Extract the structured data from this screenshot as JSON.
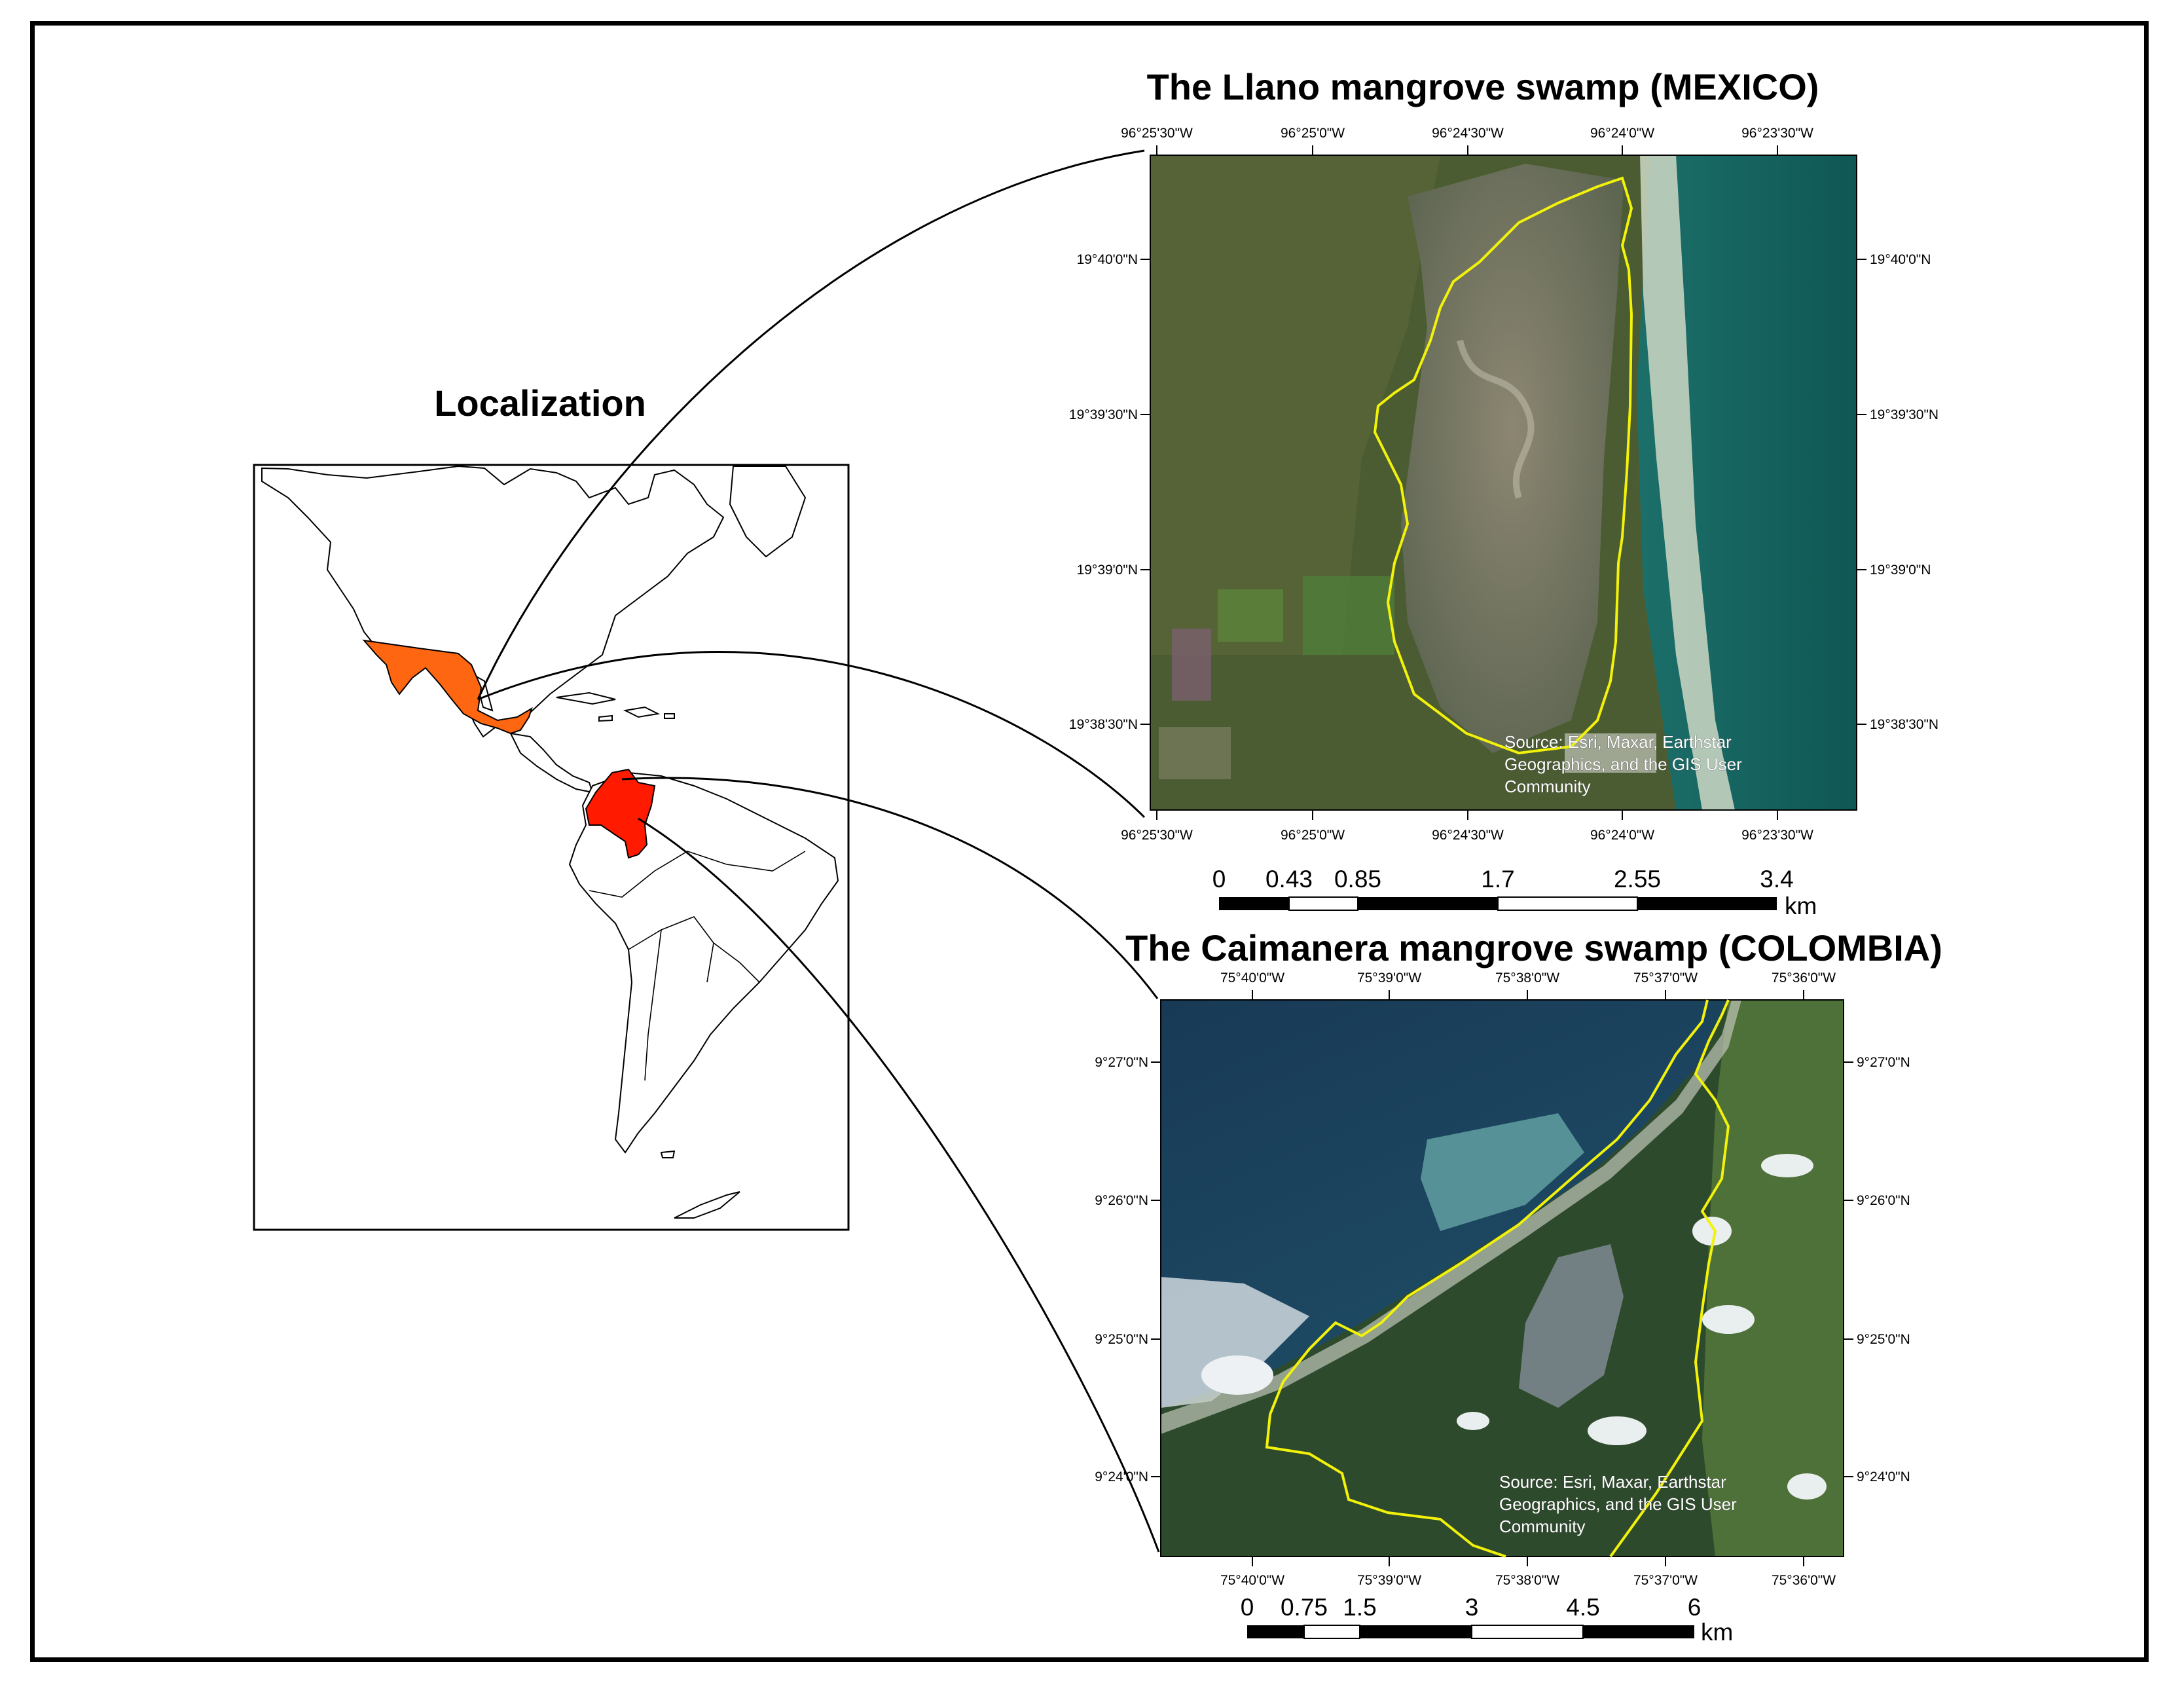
{
  "localization": {
    "title": "Localization"
  },
  "mexico": {
    "title": "The Llano mangrove swamp (MEXICO)",
    "lon_ticks": [
      "96°25'30\"W",
      "96°25'0\"W",
      "96°24'30\"W",
      "96°24'0\"W",
      "96°23'30\"W"
    ],
    "lat_ticks": [
      "19°40'0\"N",
      "19°39'30\"N",
      "19°39'0\"N",
      "19°38'30\"N"
    ],
    "source": [
      "Source: Esri, Maxar, Earthstar",
      "Geographics, and the GIS User",
      "Community"
    ],
    "scale_labels": [
      "0",
      "0.43",
      "0.85",
      "1.7",
      "2.55",
      "3.4"
    ],
    "scale_unit": "km"
  },
  "colombia": {
    "title": "The Caimanera mangrove swamp (COLOMBIA)",
    "lon_ticks": [
      "75°40'0\"W",
      "75°39'0\"W",
      "75°38'0\"W",
      "75°37'0\"W",
      "75°36'0\"W"
    ],
    "lat_ticks": [
      "9°27'0\"N",
      "9°26'0\"N",
      "9°25'0\"N",
      "9°24'0\"N"
    ],
    "source": [
      "Source: Esri, Maxar, Earthstar",
      "Geographics, and the GIS User",
      "Community"
    ],
    "scale_labels": [
      "0",
      "0.75",
      "1.5",
      "3",
      "4.5",
      "6"
    ],
    "scale_unit": "km"
  },
  "colors": {
    "mexico": "#ff6611",
    "colombia": "#ff1a00",
    "boundary": "#f2f20a"
  }
}
